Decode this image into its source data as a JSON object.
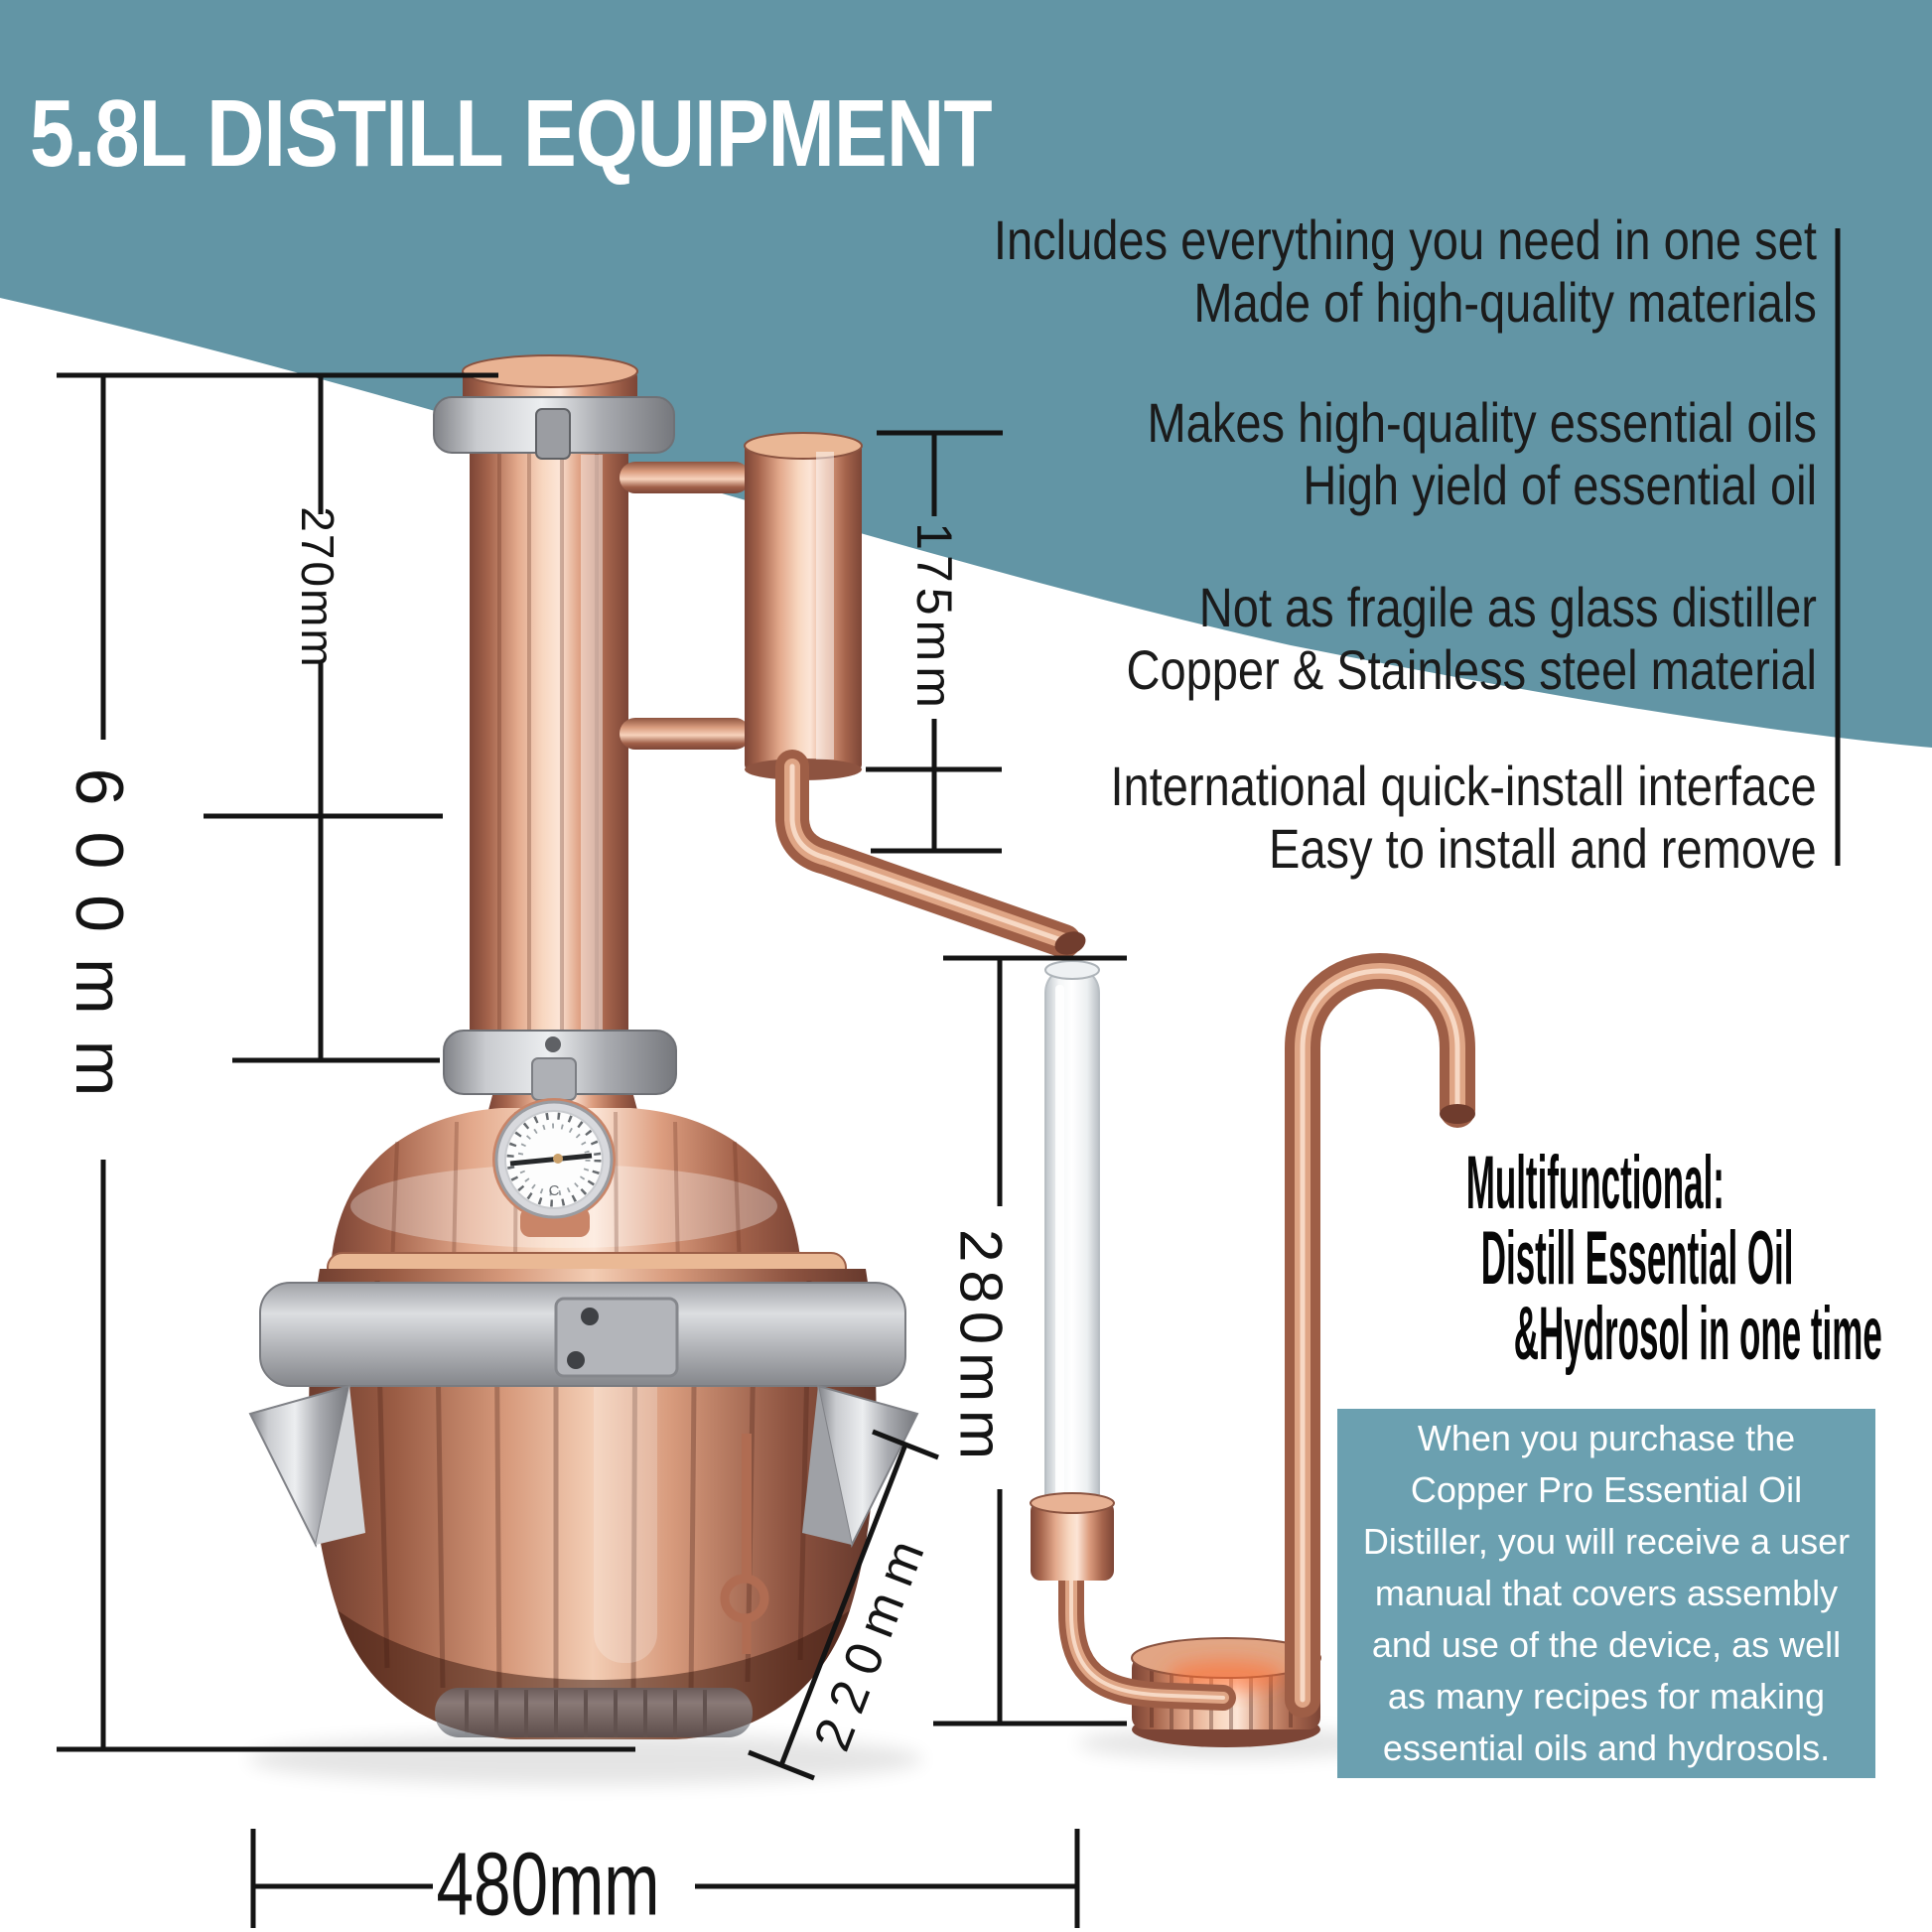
{
  "title": "5.8L DISTILL EQUIPMENT",
  "features": {
    "set": [
      "Includes everything you need in one set",
      "Made of high-quality materials"
    ],
    "quality": [
      "Makes high-quality essential oils",
      "High yield of essential oil"
    ],
    "durability": [
      "Not as fragile as glass distiller",
      "Copper & Stainless steel material"
    ],
    "install": [
      "International quick-install interface",
      "Easy to install and remove"
    ]
  },
  "multifunctional": {
    "heading": "Multifunctional:",
    "lines": [
      "Distill Essential Oil",
      "&Hydrosol in one time"
    ]
  },
  "info_box": "When you purchase the Copper Pro Essential Oil Distiller, you will receive a user manual that covers assembly and use of the device, as well as many recipes for making essential oils and hydrosols.",
  "dimensions": {
    "total_height": "600mm",
    "column_height": "270mm",
    "condenser_height": "175mm",
    "separator_height": "280mm",
    "pot_diagonal": "220mm",
    "base_width": "480mm"
  },
  "thermometer": {
    "unit": "C"
  },
  "colors": {
    "header_teal": "#6295a5",
    "info_box_teal": "#6ba0b0",
    "copper": "#c98568",
    "steel": "#b9babe",
    "text_dark": "#161616",
    "white": "#ffffff"
  }
}
